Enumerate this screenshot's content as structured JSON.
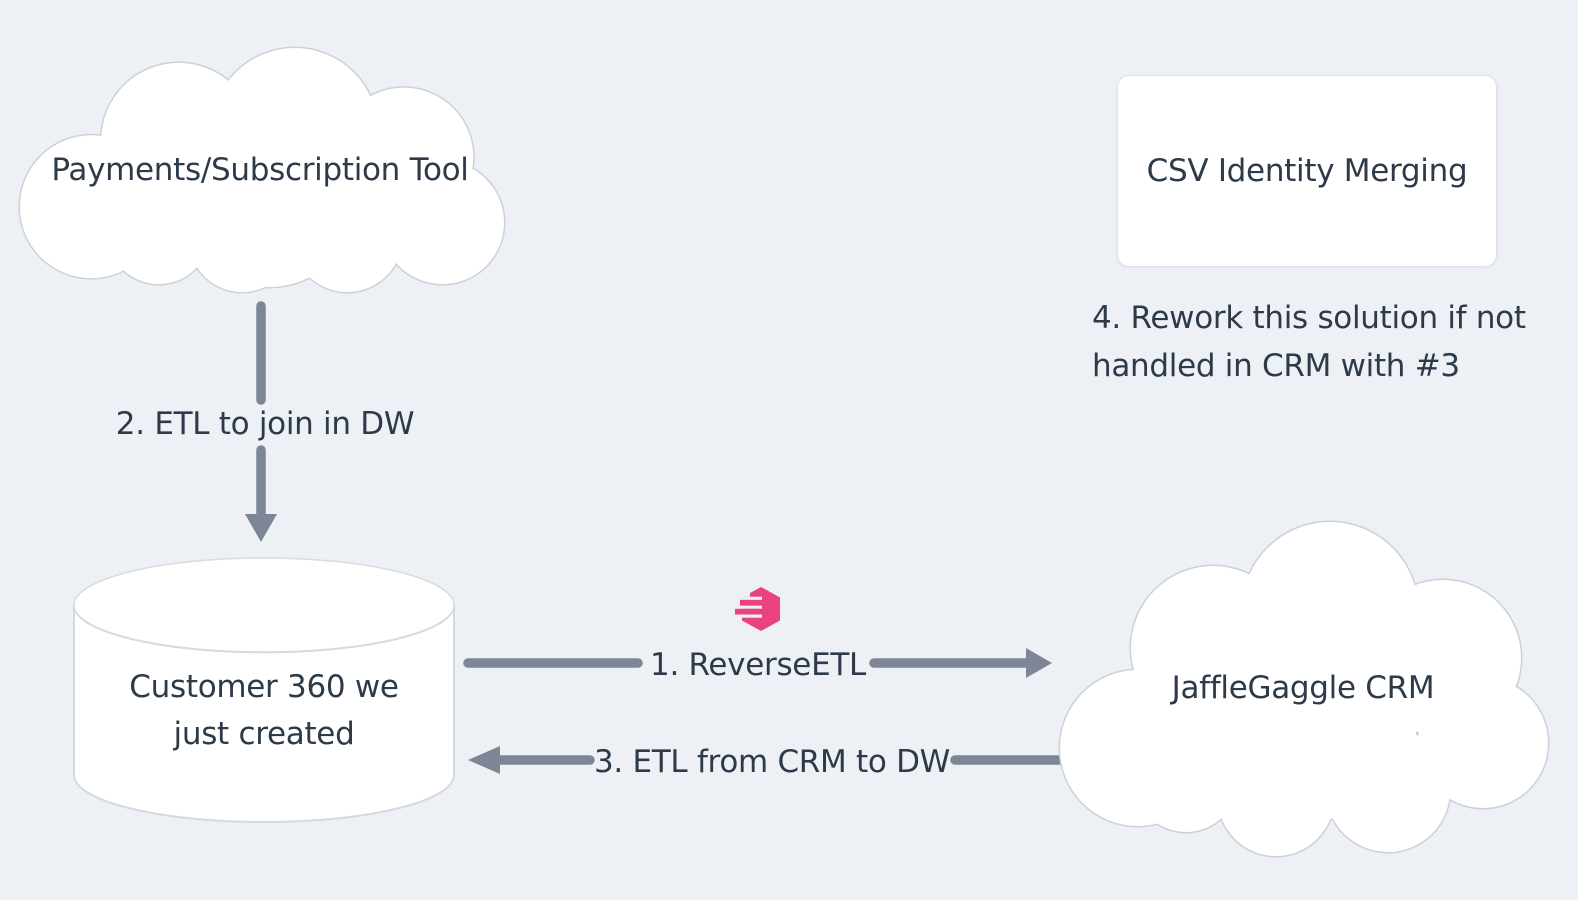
{
  "colors": {
    "bg": "#edf1f5",
    "text": "#2d3a49",
    "arrow": "#7d8694",
    "node_border": "#ccd1d9",
    "pink": "#e8437c",
    "node_fill": "#ffffff"
  },
  "nodes": {
    "payments": {
      "type": "cloud",
      "label": "Payments/Subscription Tool"
    },
    "csv_merging": {
      "type": "rectangle",
      "label": "CSV Identity Merging"
    },
    "customer_360": {
      "type": "database-cylinder",
      "label": "Customer 360 we just created"
    },
    "jafflegaggle": {
      "type": "cloud",
      "label": "JaffleGaggle CRM"
    }
  },
  "edges": {
    "reverse_etl": {
      "label": "1. ReverseETL",
      "direction": "right",
      "from": "customer_360",
      "to": "jafflegaggle"
    },
    "etl_join": {
      "label": "2. ETL to join in DW",
      "direction": "down",
      "from": "payments",
      "to": "customer_360"
    },
    "etl_from_crm": {
      "label": "3. ETL from CRM to DW",
      "direction": "left",
      "from": "jafflegaggle",
      "to": "customer_360"
    }
  },
  "notes": {
    "rework": {
      "text": "4. Rework this solution if not handled in CRM with #3"
    }
  },
  "icons": {
    "hightouch_logo": {
      "name": "hightouch-logo",
      "color": "#e8437c"
    }
  }
}
